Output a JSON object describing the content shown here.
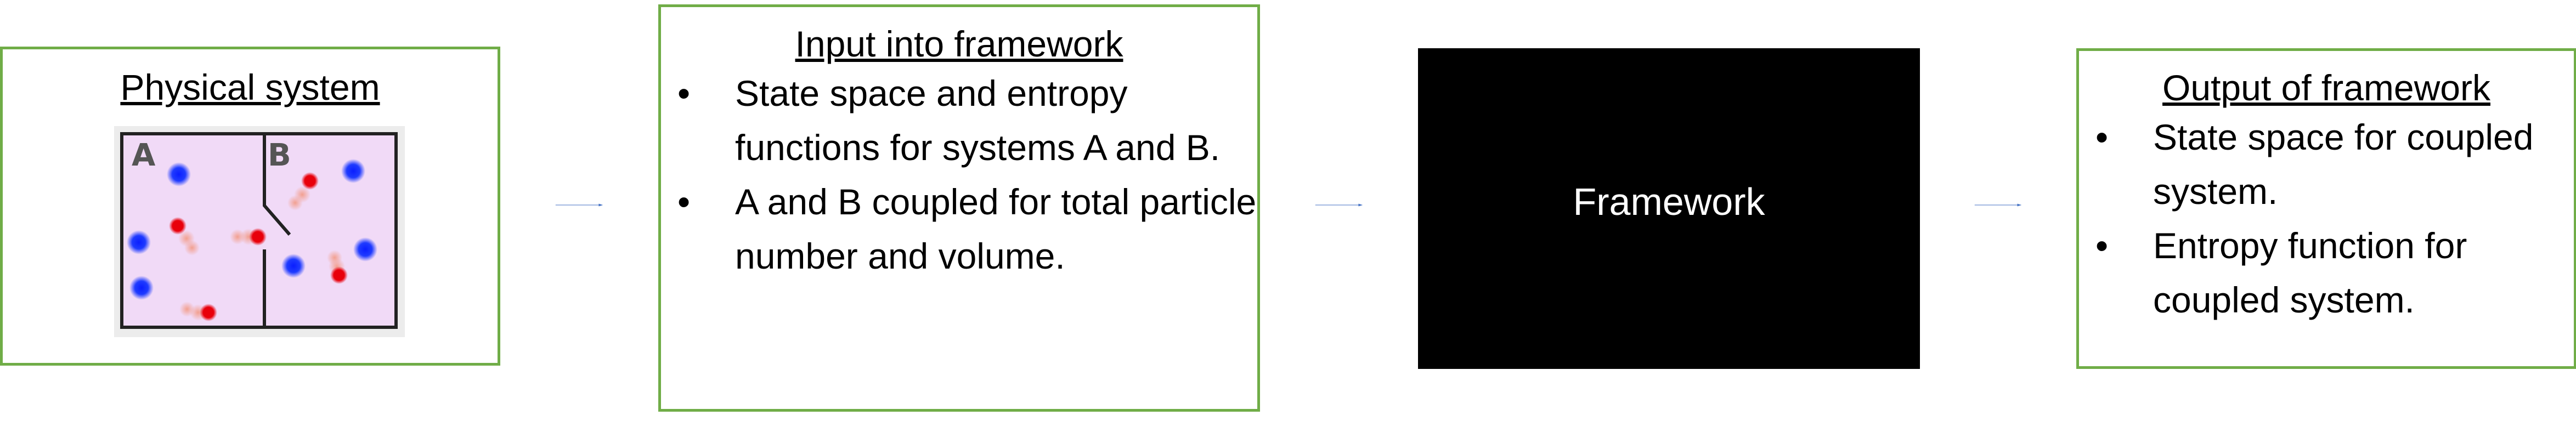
{
  "physical_system": {
    "title": "Physical system",
    "labels": {
      "a": "A",
      "b": "B"
    }
  },
  "input": {
    "title": "Input into framework",
    "bullets": [
      "State space and entropy functions for systems A and B.",
      "A and B coupled for total particle number and volume."
    ]
  },
  "framework": {
    "label": "Framework"
  },
  "output": {
    "title": "Output of framework",
    "bullets": [
      "State space for coupled system.",
      "Entropy function for coupled system."
    ]
  },
  "colors": {
    "box_border": "#70AD47",
    "arrow": "#4472C4",
    "framework_fill": "#000000",
    "chamber_fill": "#F1DAF7",
    "particle_blue": "#1F3BFF",
    "particle_red": "#E8000B"
  }
}
